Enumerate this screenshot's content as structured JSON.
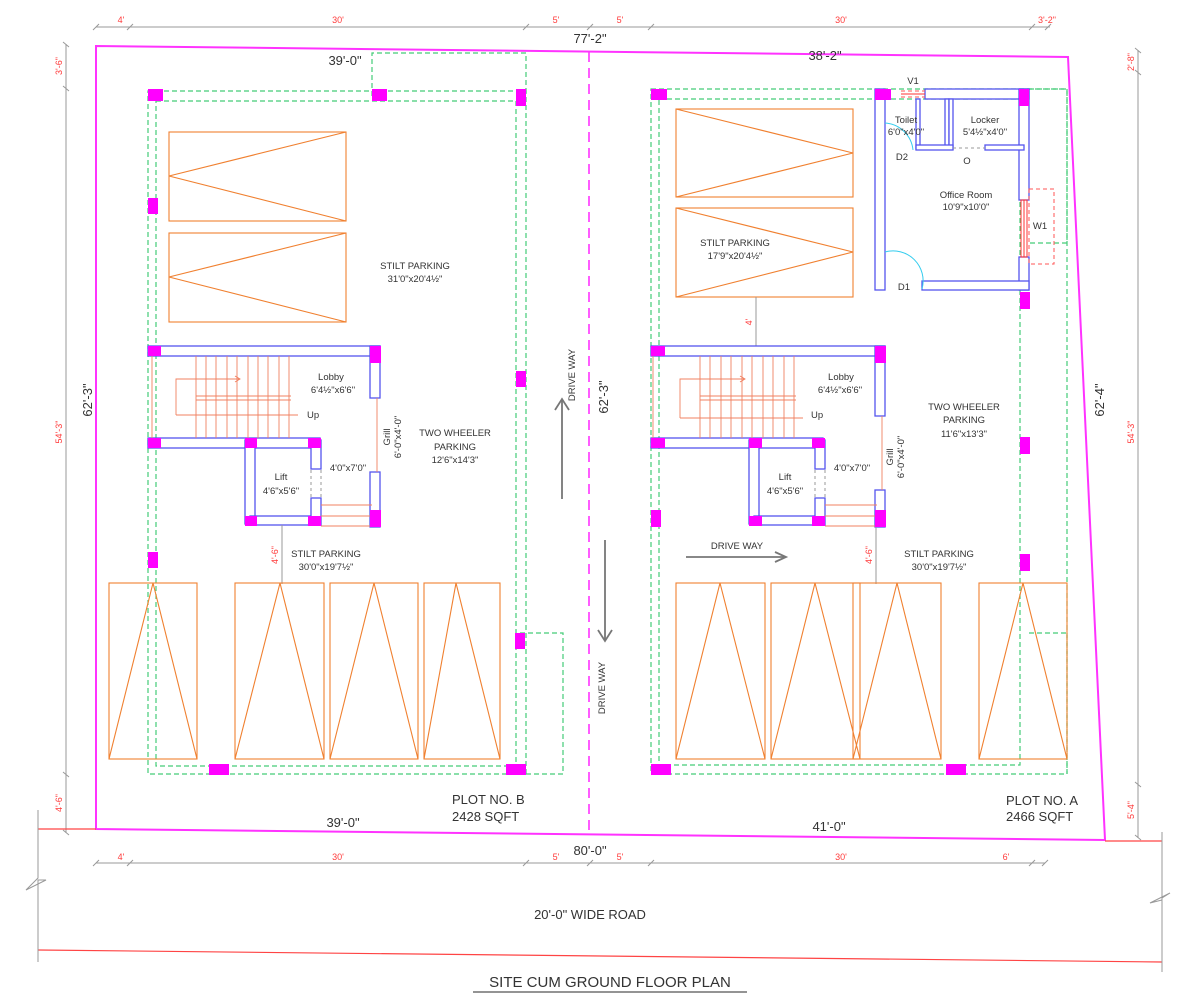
{
  "drawing": {
    "title": "SITE CUM GROUND FLOOR PLAN",
    "road_label": "20'-0\" WIDE ROAD",
    "colors": {
      "boundary": "#ff33ff",
      "column": "#ff00ff",
      "setback": "#44cc77",
      "parking": "#f08030",
      "wall": "#5555ee",
      "dimension_text": "#ff3b3b",
      "road": "#ff4444",
      "door": "#33ccee"
    }
  },
  "overall_dims": {
    "top_total": "77'-2\"",
    "bottom_total": "80'-0\"",
    "left_depth": "62'-3\"",
    "center_depth": "62'-3\"",
    "right_depth": "62'-4\""
  },
  "top_dim_chain": [
    "4'",
    "30'",
    "5'",
    "5'",
    "30'",
    "3'-2\""
  ],
  "bottom_dim_chain": [
    "4'",
    "30'",
    "5'",
    "5'",
    "30'",
    "6'"
  ],
  "left_dim_chain": [
    "3'-6\"",
    "54'-3\"",
    "4'-6\""
  ],
  "right_dim_chain": [
    "2'-8\"",
    "54'-3\"",
    "5'-4\""
  ],
  "plot_b": {
    "name": "PLOT NO. B",
    "area": "2428 SQFT",
    "front_width": "39'-0\"",
    "rear_width": "39'-0\"",
    "stilt_parking_top": {
      "label": "STILT PARKING",
      "size": "31'0\"x20'4½\""
    },
    "lobby": {
      "label": "Lobby",
      "size": "6'4½\"x6'6\""
    },
    "stair_up": "Up",
    "grill": {
      "label": "Grill",
      "size": "6'-0\"x4'-0\""
    },
    "lift": {
      "label": "Lift",
      "size": "4'6\"x5'6\""
    },
    "lift_door": "4'0\"x7'0\"",
    "two_wheeler": {
      "line1": "TWO WHEELER",
      "line2": "PARKING",
      "size": "12'6\"x14'3\""
    },
    "stilt_parking_bottom": {
      "label": "STILT PARKING",
      "size": "30'0\"x19'7½\""
    },
    "lobby_offset": "4'-6\""
  },
  "plot_a": {
    "name": "PLOT NO. A",
    "area": "2466 SQFT",
    "front_width": "41'-0\"",
    "rear_width": "38'-2\"",
    "stilt_parking_top": {
      "label": "STILT PARKING",
      "size": "17'9\"x20'4½\""
    },
    "toilet": {
      "label": "Toilet",
      "size": "6'0\"x4'0\""
    },
    "locker": {
      "label": "Locker",
      "size": "5'4½\"x4'0\""
    },
    "office": {
      "label": "Office Room",
      "size": "10'9\"x10'0\""
    },
    "ventilator": "V1",
    "window": "W1",
    "door_d1": "D1",
    "door_d2": "D2",
    "opening": "O",
    "lobby": {
      "label": "Lobby",
      "size": "6'4½\"x6'6\""
    },
    "stair_up": "Up",
    "grill": {
      "label": "Grill",
      "size": "6'-0\"x4'-0\""
    },
    "lift": {
      "label": "Lift",
      "size": "4'6\"x5'6\""
    },
    "lift_door": "4'0\"x7'0\"",
    "two_wheeler": {
      "line1": "TWO WHEELER",
      "line2": "PARKING",
      "size": "11'6\"x13'3\""
    },
    "stilt_parking_bottom": {
      "label": "STILT PARKING",
      "size": "30'0\"x19'7½\""
    },
    "lobby_offset": "4'-6\"",
    "gap_dim": "4'",
    "driveway": "DRIVE WAY"
  },
  "driveway": {
    "up_label": "DRIVE WAY",
    "down_label": "DRIVE WAY"
  }
}
